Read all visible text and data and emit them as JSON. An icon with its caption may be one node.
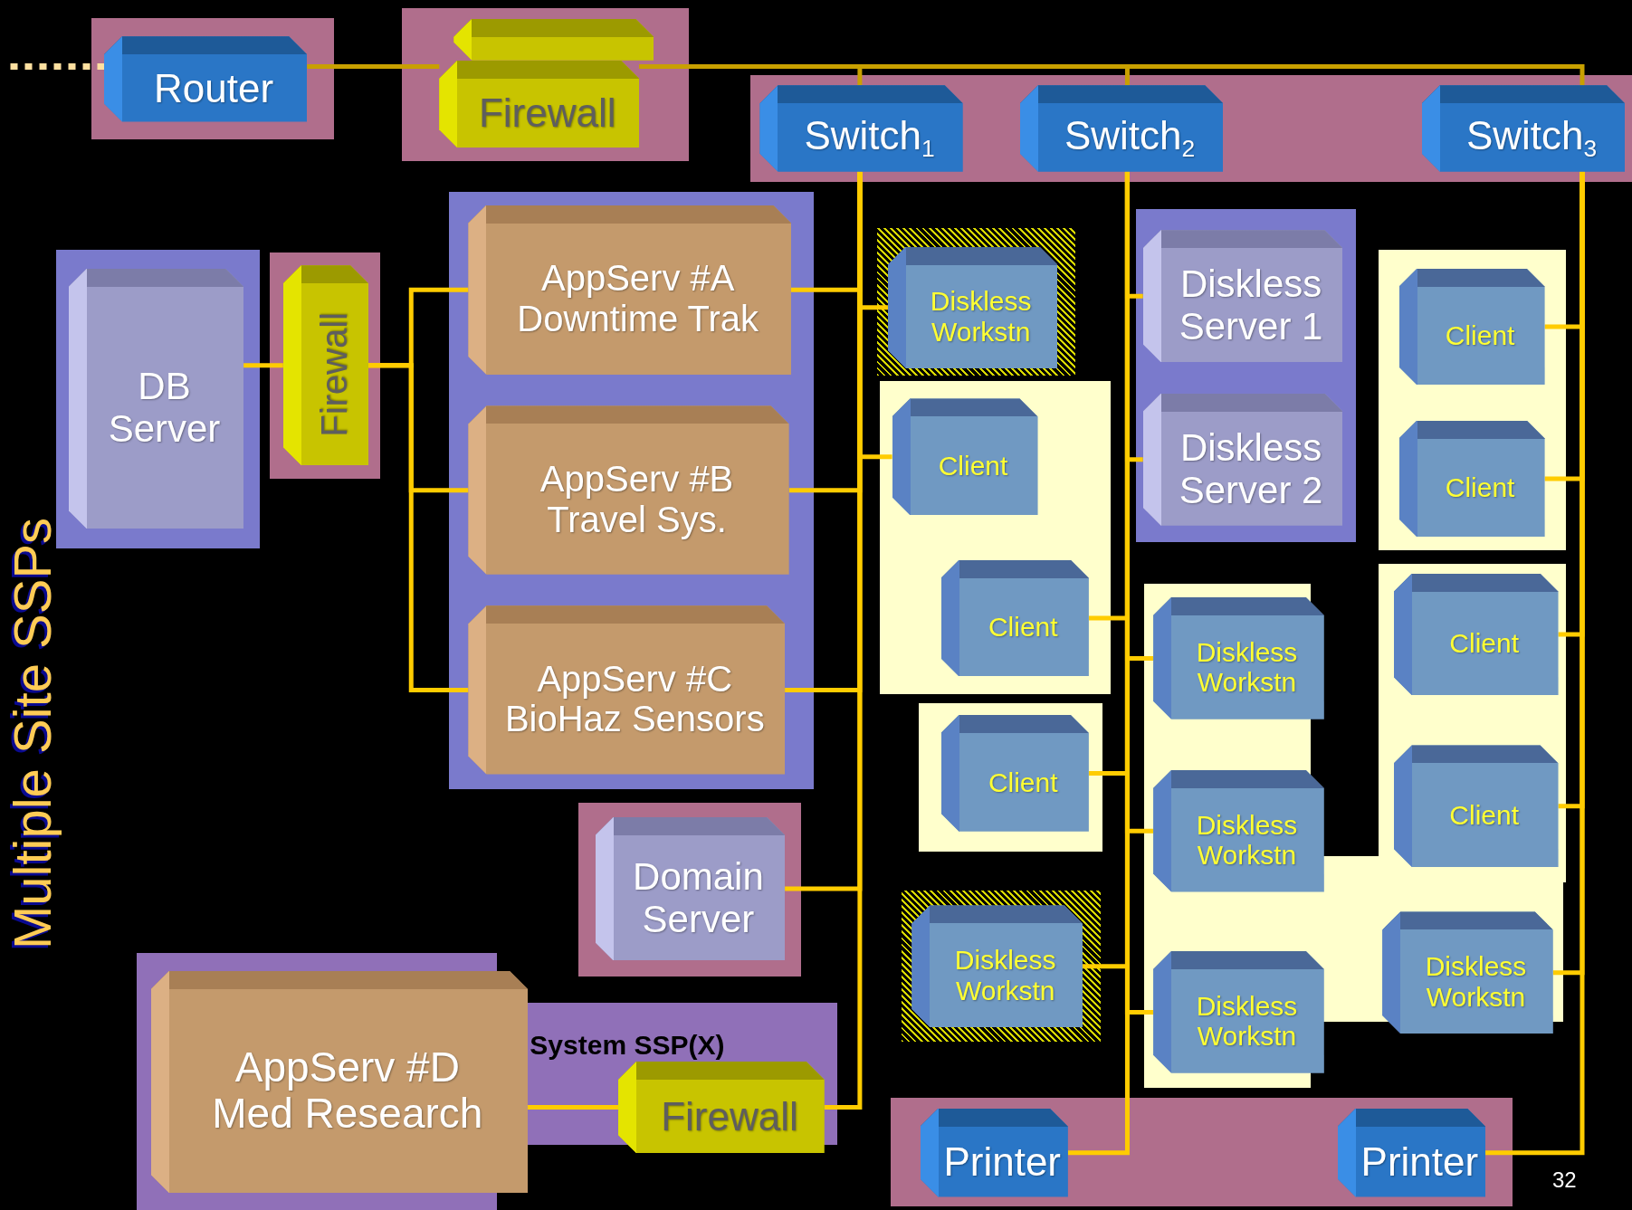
{
  "diagram": {
    "title": "Multiple Site SSPs",
    "nodes": [
      {
        "text": [],
        "shape": "box"
      },
      {
        "text": [
          "Router"
        ],
        "in": 0
      },
      {
        "text": [],
        "shape": "box"
      },
      {
        "text": [],
        "shape": "box",
        "in": 2
      },
      {
        "text": [
          "Firewall"
        ],
        "in": 2
      },
      {
        "text": [],
        "shape": "box"
      },
      {
        "text": [
          "Switch$_{1}$"
        ],
        "in": 5
      },
      {
        "text": [
          "Switch$_{2}$"
        ],
        "in": 5
      },
      {
        "text": [
          "Switch$_{3}$"
        ],
        "in": 5
      },
      {
        "text": [],
        "shape": "box"
      },
      {
        "text": [
          "DB Server"
        ],
        "in": 9
      },
      {
        "text": [],
        "shape": "box"
      },
      {
        "text": [
          "Firewall"
        ],
        "in": 11
      },
      {
        "text": [],
        "shape": "box"
      },
      {
        "text": [
          "AppServ #A Downtime Trak"
        ],
        "in": 13
      },
      {
        "text": [
          "AppServ #B Travel Sys."
        ],
        "in": 13
      },
      {
        "text": [
          "AppServ #C BioHaz Sensors"
        ],
        "in": 13
      },
      {
        "text": [],
        "shape": "box"
      },
      {
        "text": [
          "Diskless Workstn"
        ],
        "in": 17
      },
      {
        "text": [],
        "shape": "box"
      },
      {
        "text": [
          "Client"
        ],
        "in": 19
      },
      {
        "text": [
          "Client"
        ],
        "in": 19
      },
      {
        "text": [],
        "shape": "box"
      },
      {
        "text": [
          "Client"
        ],
        "in": 22
      },
      {
        "text": [],
        "shape": "box"
      },
      {
        "text": [
          "Diskless Server 1"
        ],
        "in": 24
      },
      {
        "text": [
          "Diskless Server 2"
        ],
        "in": 24
      },
      {
        "text": [],
        "shape": "box"
      },
      {
        "text": [
          "Client"
        ],
        "in": 27
      },
      {
        "text": [
          "Client"
        ],
        "in": 27
      },
      {
        "text": [],
        "shape": "box"
      },
      {
        "text": [
          "Client"
        ],
        "in": 30
      },
      {
        "text": [
          "Client"
        ],
        "in": 30
      },
      {
        "text": [],
        "shape": "box"
      },
      {
        "text": [
          "Diskless Workstn"
        ],
        "in": 33
      },
      {
        "text": [
          "Diskless Workstn"
        ],
        "in": 33
      },
      {
        "text": [
          "Diskless Workstn"
        ],
        "in": 33
      },
      {
        "text": [
          "Diskless Workstn"
        ],
        "in": 33
      },
      {
        "text": [],
        "shape": "box"
      },
      {
        "text": [
          "Domain Server"
        ],
        "in": 38
      },
      {
        "text": [],
        "shape": "box"
      },
      {
        "text": [
          "Diskless Workstn"
        ],
        "in": 40
      },
      {
        "text": [
          "System SSP(X)"
        ]
      },
      {
        "text": [
          "AppServ #D Med Research"
        ],
        "in": 42
      },
      {
        "text": [
          "Firewall"
        ],
        "in": 42
      },
      {
        "text": [],
        "shape": "box"
      },
      {
        "text": [
          "Printer"
        ],
        "in": 45
      },
      {
        "text": [
          "Printer"
        ],
        "in": 45
      }
    ],
    "edges": [
      {
        "from": null,
        "to": 1,
        "arrow": "none",
        "style": "dashed",
        "color": "#ffe0a0"
      },
      {
        "from": 1,
        "to": 4,
        "arrow": "none",
        "color": "#c8a000"
      },
      {
        "from": 4,
        "to": 6,
        "arrow": "none",
        "color": "#c8a000"
      },
      {
        "from": 4,
        "to": 7,
        "arrow": "none",
        "color": "#c8a000"
      },
      {
        "from": 4,
        "to": 8,
        "arrow": "none",
        "color": "#c8a000"
      },
      {
        "from": 10,
        "to": 12,
        "arrow": "none"
      },
      {
        "from": 12,
        "to": 14,
        "arrow": "none"
      },
      {
        "from": 12,
        "to": 15,
        "arrow": "none"
      },
      {
        "from": 12,
        "to": 16,
        "arrow": "none"
      },
      {
        "from": 6,
        "to": 14,
        "arrow": "none"
      },
      {
        "from": 6,
        "to": 15,
        "arrow": "none"
      },
      {
        "from": 6,
        "to": 16,
        "arrow": "none"
      },
      {
        "from": 6,
        "to": 18,
        "arrow": "none"
      },
      {
        "from": 6,
        "to": 20,
        "arrow": "none"
      },
      {
        "from": 6,
        "to": 39,
        "arrow": "none"
      },
      {
        "from": 6,
        "to": 44,
        "arrow": "none"
      },
      {
        "from": 43,
        "to": 44,
        "arrow": "none"
      },
      {
        "from": 7,
        "to": 25,
        "arrow": "none"
      },
      {
        "from": 7,
        "to": 26,
        "arrow": "none"
      },
      {
        "from": 7,
        "to": 21,
        "arrow": "none"
      },
      {
        "from": 7,
        "to": 34,
        "arrow": "none"
      },
      {
        "from": 7,
        "to": 23,
        "arrow": "none"
      },
      {
        "from": 7,
        "to": 35,
        "arrow": "none"
      },
      {
        "from": 7,
        "to": 41,
        "arrow": "none"
      },
      {
        "from": 7,
        "to": 36,
        "arrow": "none"
      },
      {
        "from": 7,
        "to": 46,
        "arrow": "none"
      },
      {
        "from": 8,
        "to": 28,
        "arrow": "none"
      },
      {
        "from": 8,
        "to": 29,
        "arrow": "none"
      },
      {
        "from": 8,
        "to": 31,
        "arrow": "none"
      },
      {
        "from": 8,
        "to": 32,
        "arrow": "none"
      },
      {
        "from": 8,
        "to": 37,
        "arrow": "none"
      },
      {
        "from": 8,
        "to": 47,
        "arrow": "none"
      }
    ],
    "labels": [
      "32"
    ]
  }
}
